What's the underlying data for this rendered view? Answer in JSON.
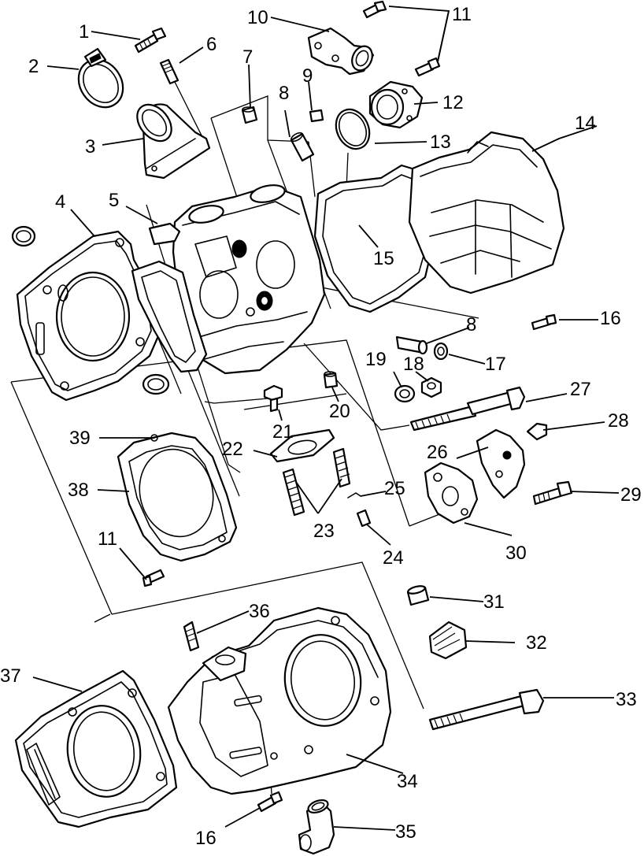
{
  "callouts": [
    {
      "id": "c1",
      "label": "1"
    },
    {
      "id": "c2",
      "label": "2"
    },
    {
      "id": "c3",
      "label": "3"
    },
    {
      "id": "c4",
      "label": "4"
    },
    {
      "id": "c5",
      "label": "5"
    },
    {
      "id": "c6",
      "label": "6"
    },
    {
      "id": "c7",
      "label": "7"
    },
    {
      "id": "c8a",
      "label": "8"
    },
    {
      "id": "c8b",
      "label": "8"
    },
    {
      "id": "c9",
      "label": "9"
    },
    {
      "id": "c10",
      "label": "10"
    },
    {
      "id": "c11a",
      "label": "11"
    },
    {
      "id": "c11b",
      "label": "11"
    },
    {
      "id": "c12",
      "label": "12"
    },
    {
      "id": "c13",
      "label": "13"
    },
    {
      "id": "c14",
      "label": "14"
    },
    {
      "id": "c15",
      "label": "15"
    },
    {
      "id": "c16a",
      "label": "16"
    },
    {
      "id": "c16b",
      "label": "16"
    },
    {
      "id": "c17",
      "label": "17"
    },
    {
      "id": "c18",
      "label": "18"
    },
    {
      "id": "c19",
      "label": "19"
    },
    {
      "id": "c20",
      "label": "20"
    },
    {
      "id": "c21",
      "label": "21"
    },
    {
      "id": "c22",
      "label": "22"
    },
    {
      "id": "c23",
      "label": "23"
    },
    {
      "id": "c24",
      "label": "24"
    },
    {
      "id": "c25",
      "label": "25"
    },
    {
      "id": "c26",
      "label": "26"
    },
    {
      "id": "c27",
      "label": "27"
    },
    {
      "id": "c28",
      "label": "28"
    },
    {
      "id": "c29",
      "label": "29"
    },
    {
      "id": "c30",
      "label": "30"
    },
    {
      "id": "c31",
      "label": "31"
    },
    {
      "id": "c32",
      "label": "32"
    },
    {
      "id": "c33",
      "label": "33"
    },
    {
      "id": "c34",
      "label": "34"
    },
    {
      "id": "c35",
      "label": "35"
    },
    {
      "id": "c36",
      "label": "36"
    },
    {
      "id": "c37",
      "label": "37"
    },
    {
      "id": "c38",
      "label": "38"
    },
    {
      "id": "c39",
      "label": "39"
    }
  ]
}
